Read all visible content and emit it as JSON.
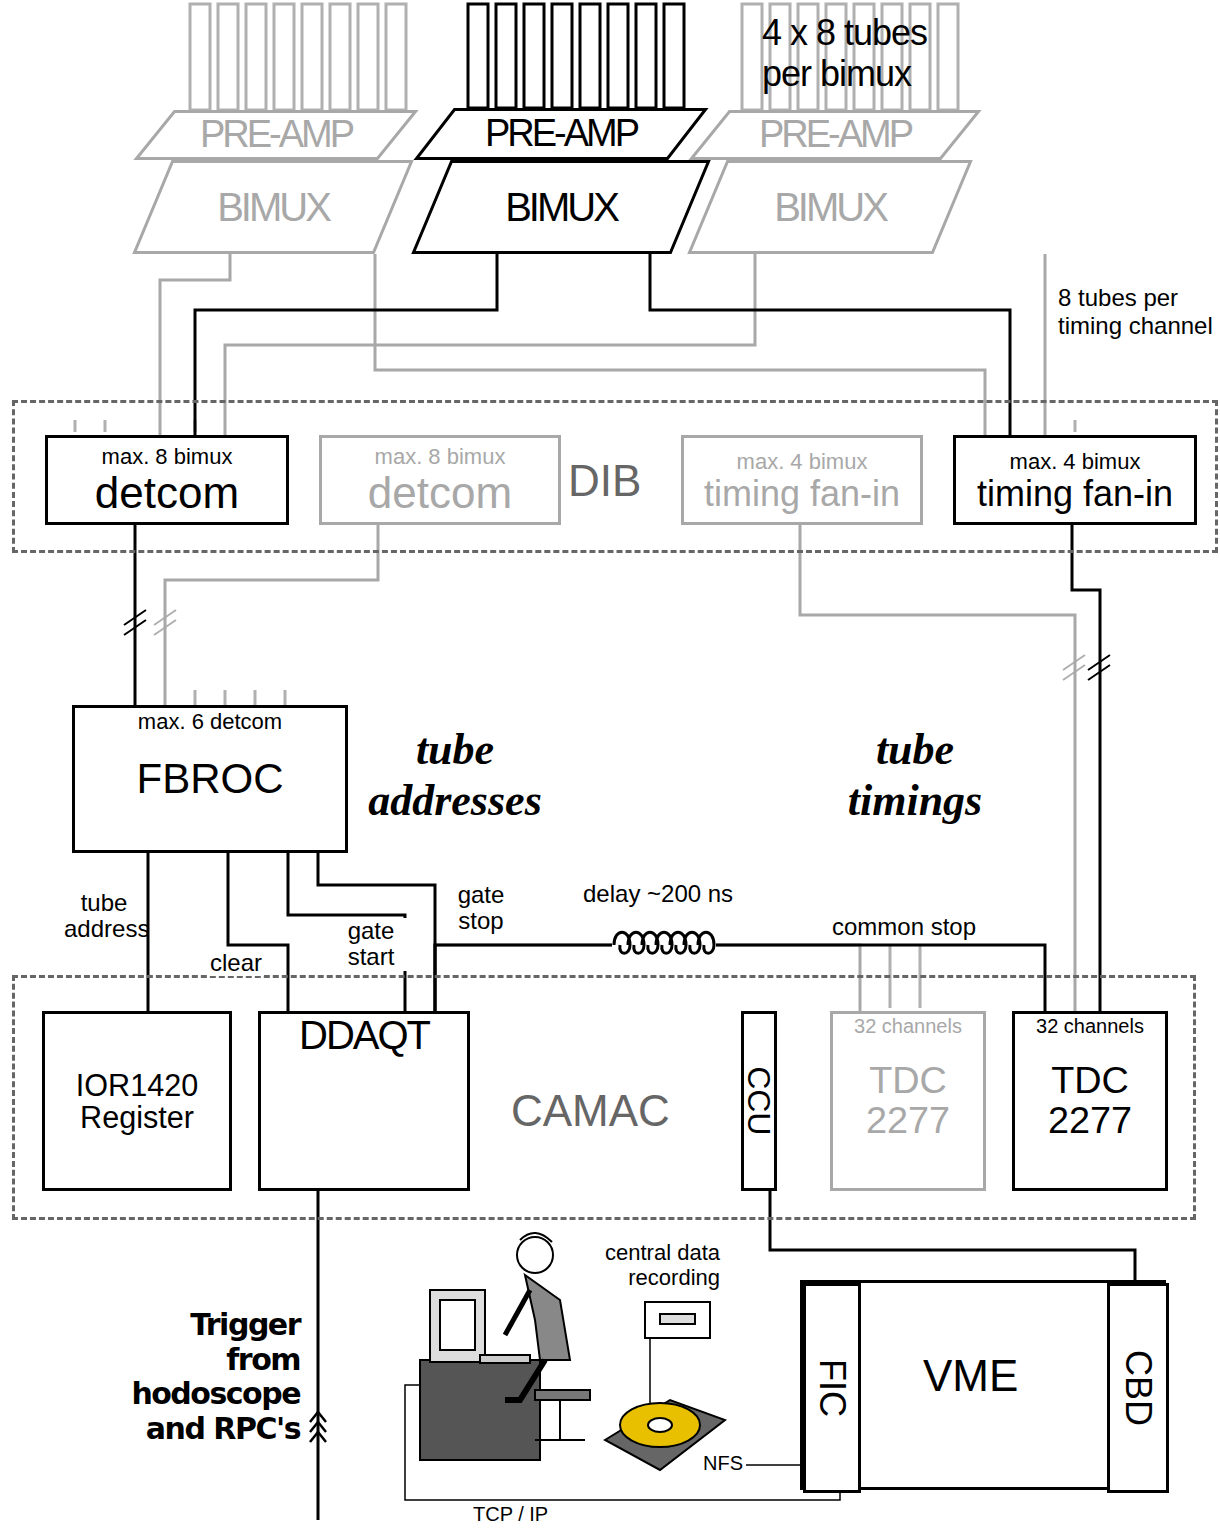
{
  "diagram": {
    "nodes": [
      {
        "text": [
          "PRE-AMP"
        ]
      },
      {
        "text": [
          "BIMUX"
        ]
      },
      {
        "text": [
          "PRE-AMP"
        ]
      },
      {
        "text": [
          "BIMUX"
        ]
      },
      {
        "text": [
          "PRE-AMP"
        ]
      },
      {
        "text": [
          "BIMUX"
        ]
      },
      {
        "text": [
          "DIB"
        ]
      },
      {
        "text": [
          "max. 8 bimux",
          "detcom"
        ],
        "in": 6
      },
      {
        "text": [
          "max. 8 bimux",
          "detcom"
        ],
        "in": 6
      },
      {
        "text": [
          "max. 4 bimux",
          "timing fan-in"
        ],
        "in": 6
      },
      {
        "text": [
          "max. 4 bimux",
          "timing fan-in"
        ],
        "in": 6
      },
      {
        "text": [
          "max. 6 detcom",
          "FBROC"
        ]
      },
      {
        "text": [
          "CAMAC"
        ]
      },
      {
        "text": [
          "IOR1420 Register"
        ],
        "in": 12
      },
      {
        "text": [
          "DDAQT"
        ],
        "in": 12
      },
      {
        "text": [
          "CCU"
        ],
        "in": 12
      },
      {
        "text": [
          "32 channels",
          "TDC 2277"
        ],
        "in": 12
      },
      {
        "text": [
          "32 channels",
          "TDC 2277"
        ],
        "in": 12
      },
      {
        "text": [
          "VME"
        ]
      },
      {
        "text": [
          "FIC"
        ],
        "in": 18
      },
      {
        "text": [
          "CBD"
        ],
        "in": 18
      }
    ],
    "edges": [
      {
        "from": 3,
        "to": 7,
        "arrow": "none"
      },
      {
        "from": 3,
        "to": 10,
        "arrow": "none"
      },
      {
        "from": 1,
        "to": 7,
        "arrow": "none"
      },
      {
        "from": 1,
        "to": 10,
        "arrow": "none"
      },
      {
        "from": 5,
        "to": 7,
        "arrow": "none"
      },
      {
        "from": 5,
        "to": 10,
        "arrow": "none"
      },
      {
        "from": 7,
        "to": 11,
        "arrow": "none"
      },
      {
        "from": 8,
        "to": 11,
        "arrow": "none"
      },
      {
        "from": 9,
        "to": 17,
        "arrow": "none"
      },
      {
        "from": 10,
        "to": 17,
        "arrow": "none"
      },
      {
        "from": 11,
        "to": 13,
        "label": "tube address",
        "arrow": "none"
      },
      {
        "from": 11,
        "to": 14,
        "label": "clear",
        "arrow": "none"
      },
      {
        "from": 11,
        "to": 14,
        "label": "gate start",
        "arrow": "none"
      },
      {
        "from": 11,
        "to": 14,
        "label": "gate stop",
        "arrow": "none"
      },
      {
        "from": 14,
        "to": 17,
        "label": "common stop",
        "arrow": "none"
      },
      {
        "from": 14,
        "to": 16,
        "arrow": "none"
      },
      {
        "from": 15,
        "to": 20,
        "arrow": "none"
      }
    ],
    "labels": [
      "4 x 8 tubes per bimux",
      "8 tubes per timing channel",
      "tube addresses",
      "tube timings",
      "delay ~200 ns",
      "Trigger from hodoscope and RPC's",
      "central data recording",
      "NFS",
      "TCP / IP"
    ]
  }
}
